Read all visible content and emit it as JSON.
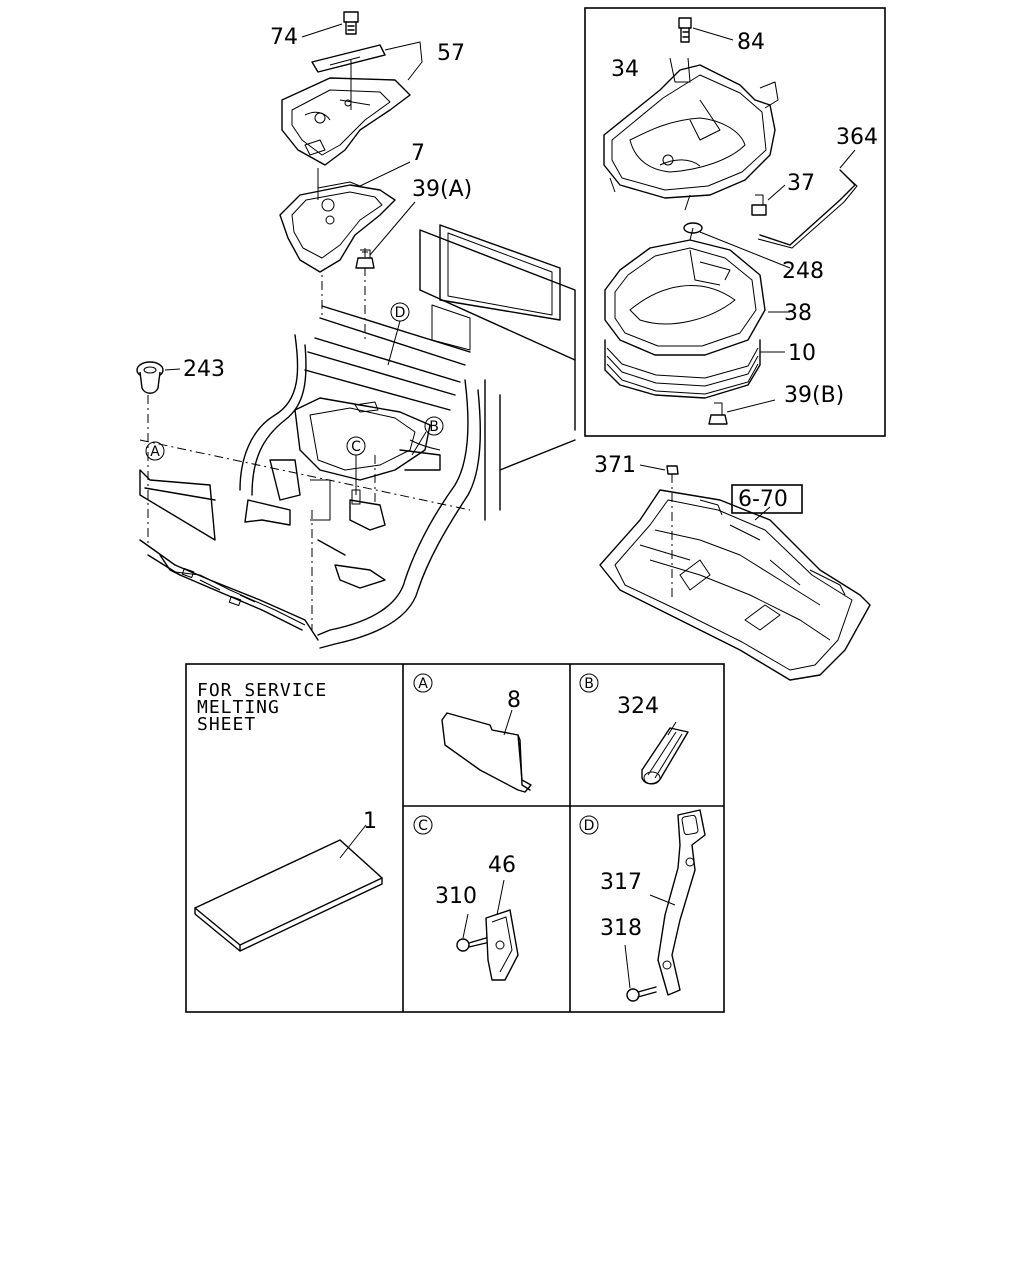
{
  "callouts": {
    "c74": "74",
    "c57": "57",
    "c7": "7",
    "c39a": "39(A)",
    "c243": "243",
    "c84": "84",
    "c34": "34",
    "c364": "364",
    "c37": "37",
    "c248": "248",
    "c38": "38",
    "c10": "10",
    "c39b": "39(B)",
    "c371": "371",
    "c6_70": "6-70",
    "c8": "8",
    "c324": "324",
    "c1": "1",
    "c46": "46",
    "c310": "310",
    "c317": "317",
    "c318": "318"
  },
  "markers": {
    "a": "A",
    "b": "B",
    "c": "C",
    "d": "D"
  },
  "service_note": {
    "line1": "FOR SERVICE",
    "line2": "MELTING",
    "line3": "SHEET"
  }
}
